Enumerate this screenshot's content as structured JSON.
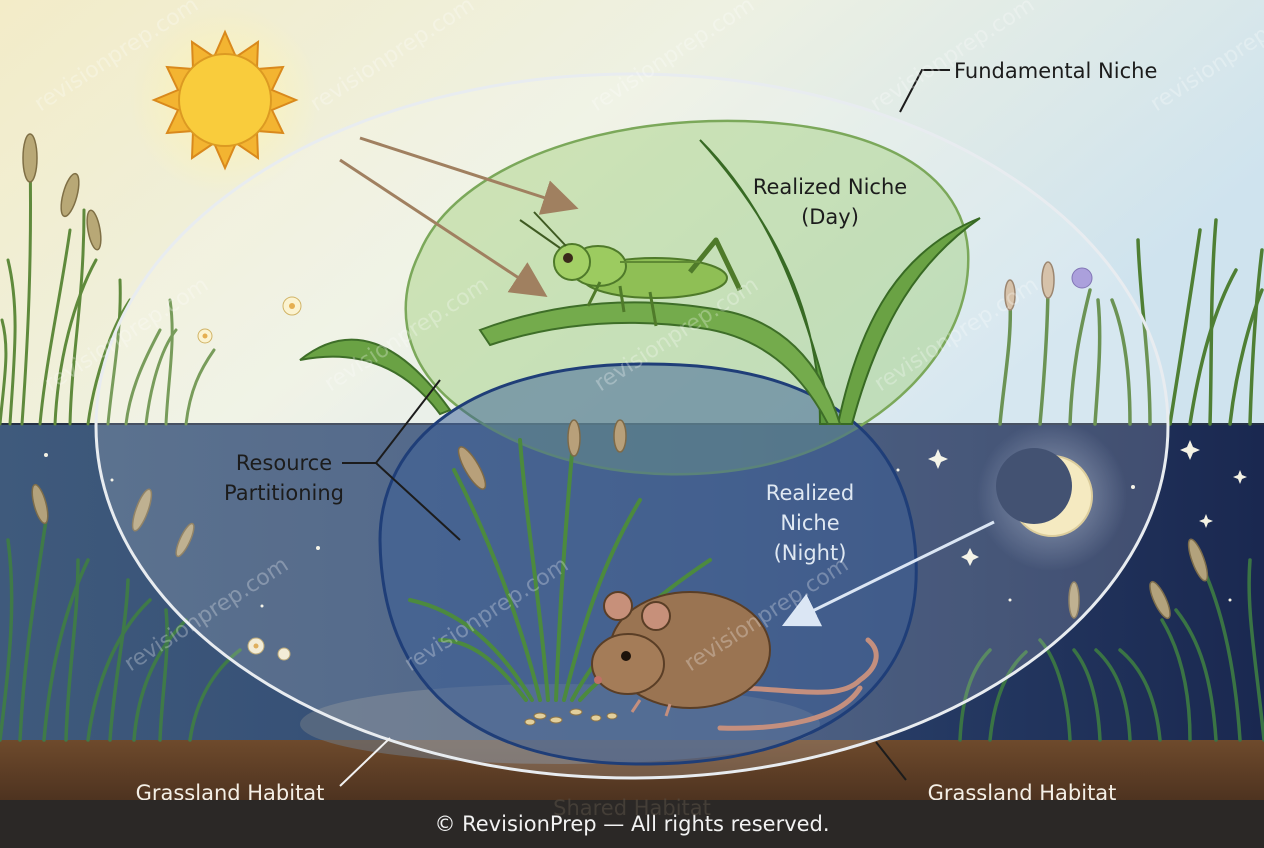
{
  "labels": {
    "fundamental_niche": "Fundamental Niche",
    "realized_niche_day": "Realized Niche\n(Day)",
    "realized_niche_night": "Realized\nNiche\n(Night)",
    "resource_partitioning": "Resource\nPartitioning",
    "habitat_left": "Grassland Habitat",
    "habitat_right": "Grassland Habitat",
    "shared_habitat": "Shared Habitat"
  },
  "watermark": "revisionprep.com",
  "footer": "© RevisionPrep — All rights reserved.",
  "colors": {
    "day_sky": "#e9f1e4",
    "night_sky": "#22345a",
    "day_niche": "#9fcf7a",
    "night_niche": "#3a5e98",
    "soil": "#6b4a2e",
    "footer_bg": "#2b2826"
  }
}
